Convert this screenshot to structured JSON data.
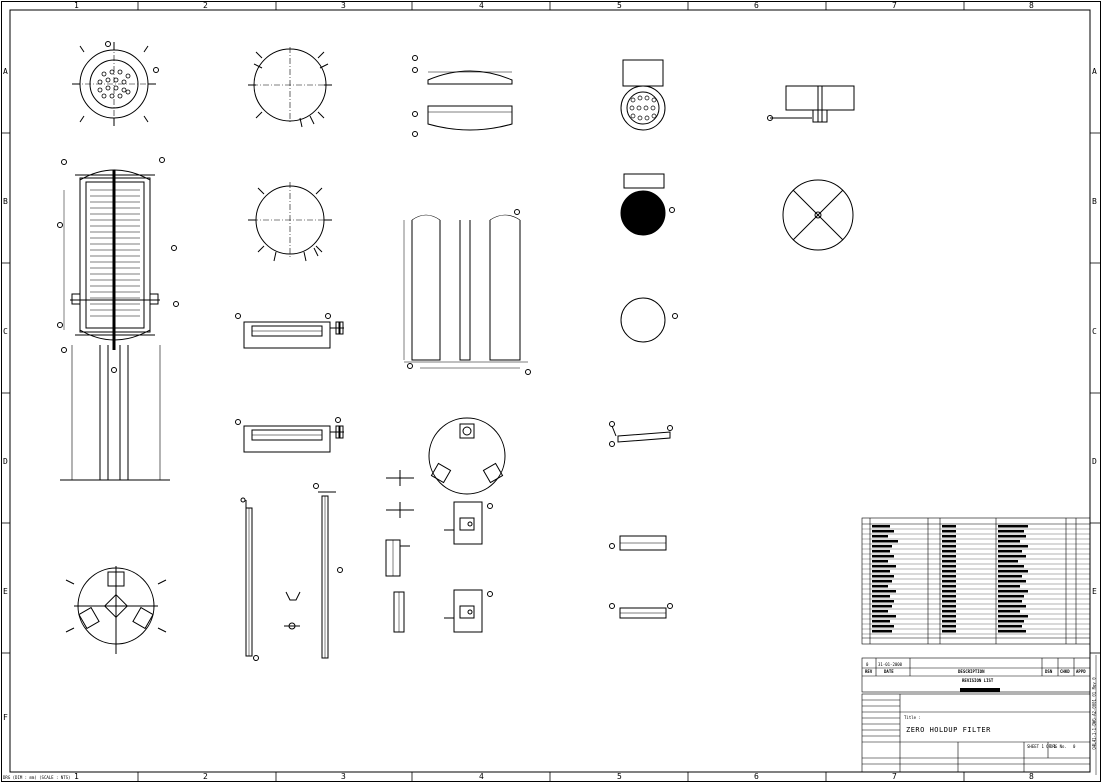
{
  "grid": {
    "columns": [
      "1",
      "2",
      "3",
      "4",
      "5",
      "6",
      "7",
      "8"
    ],
    "rows": [
      "A",
      "B",
      "C",
      "D",
      "E",
      "F"
    ]
  },
  "revision": {
    "rev_label": "REV",
    "date_label": "DATE",
    "description_label": "DESCRIPTION",
    "dsn_label": "DSN",
    "chkd_label": "CHKD",
    "appd_label": "APPD",
    "list_title": "REVISION LIST",
    "first_rev": "0",
    "first_date": "31-01-2000"
  },
  "title_block": {
    "title_label": "Title :",
    "title": "ZERO HOLDUP FILTER",
    "sheet_no": "SHEET 1 OF 1",
    "drg_no_label": "DRG No.",
    "rev_no": "0"
  },
  "side_note": "Q4L41-1-1-DWG-A2-0001 01 Rev 0",
  "footer_note": "DRG (DIM : mm) (SCALE : NTS)"
}
